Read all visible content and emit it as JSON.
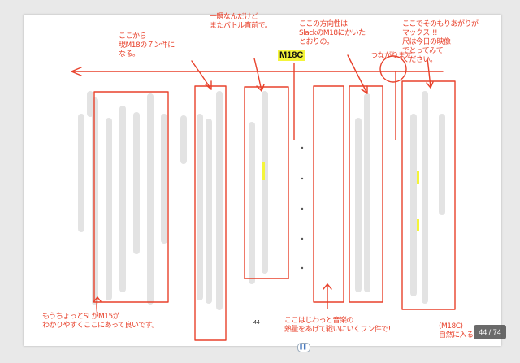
{
  "label": "M18C",
  "page_number": "44",
  "page_counter": "44 / 74",
  "scroll_handle_icon": "pause-icon",
  "annotations": {
    "a1": "ここから\n現M18の７ン件に\nなる。",
    "a2": "一瞬なんだけど\nまたバトル直前で。",
    "a3": "ここの方向性は\nSlackのM18にかいた\nとおりの。",
    "a4": "つながります",
    "a5": "ここでそのもりあがりが\nマックス!!!\n尺は今日の映像\nでとってみて\nください。",
    "a6": "もうちょっとSLがM15が\nわかりやすくここにあって良いです。",
    "a7": "ここはじわっと音楽の\n熱量をあげて戦いにいくフン件で!",
    "a8": "(M18C)\n自然に入る"
  },
  "colors": {
    "annotation": "#e8412b",
    "highlight": "#f4f53a",
    "placeholder": "#e3e3e3"
  }
}
